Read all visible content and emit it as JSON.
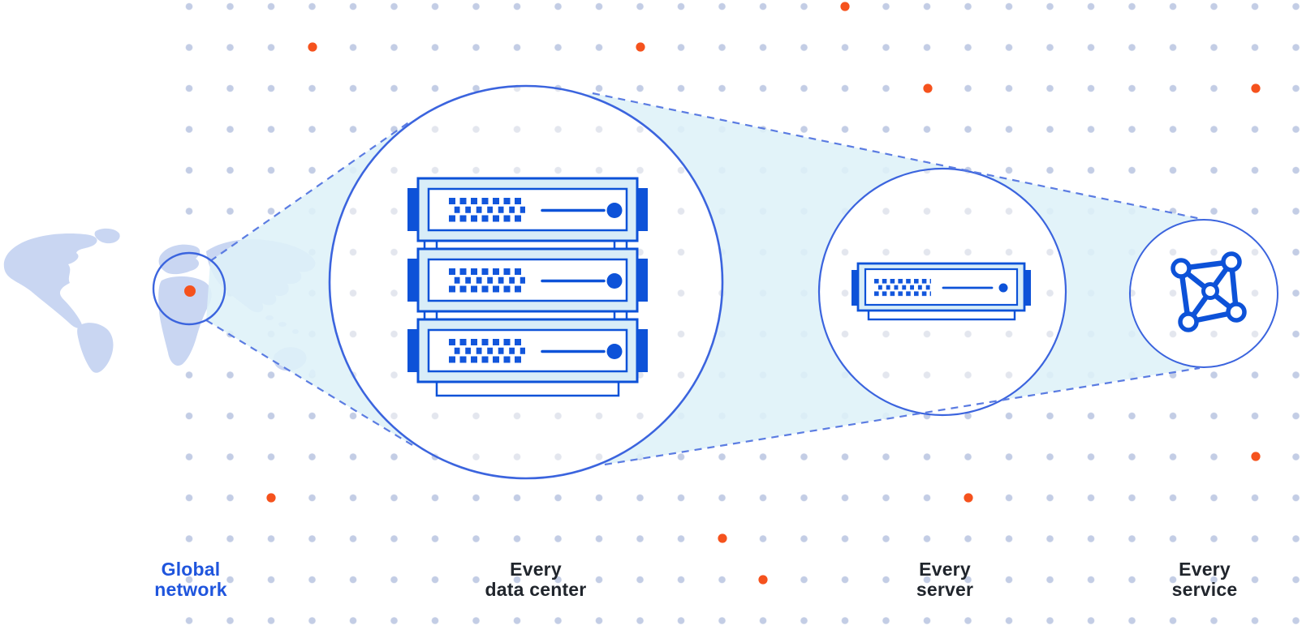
{
  "diagram": {
    "name": "global network zoom diagram",
    "stages": [
      {
        "id": "global-network",
        "line1": "Global",
        "line2": "network",
        "emphasis": "blue"
      },
      {
        "id": "every-data-center",
        "line1": "Every",
        "line2": "data center",
        "emphasis": "dark"
      },
      {
        "id": "every-server",
        "line1": "Every",
        "line2": "server",
        "emphasis": "dark"
      },
      {
        "id": "every-service",
        "line1": "Every",
        "line2": "service",
        "emphasis": "dark"
      }
    ],
    "icons": {
      "global_network": "world-map-with-location-marker",
      "every_data_center": "server-rack",
      "every_server": "server-unit",
      "every_service": "mesh-network"
    }
  },
  "colors": {
    "page_bg": "#ffffff",
    "grid_dot": "#c3cde5",
    "grid_dot_faint": "#e3e6ee",
    "accent_orange": "#f5521d",
    "map_fill": "#c9d6f2",
    "cone_fill": "#def1f8",
    "circle_stroke": "#3b64de",
    "dash_stroke": "#5b7ce2",
    "device_blue": "#0d52d8",
    "device_band": "#d8edf8",
    "matrix_blue": "#1256dc",
    "label_dark": "#20252c",
    "label_blue": "#1f55dd"
  }
}
